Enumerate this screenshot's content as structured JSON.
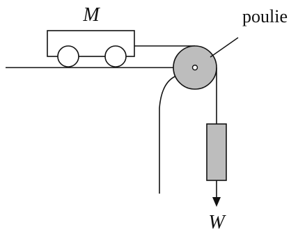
{
  "labels": {
    "mass": "M",
    "pulley": "poulie",
    "weight": "W"
  },
  "colors": {
    "ink": "#111111",
    "fill_gray": "#bdbdbd",
    "background": "#ffffff"
  }
}
